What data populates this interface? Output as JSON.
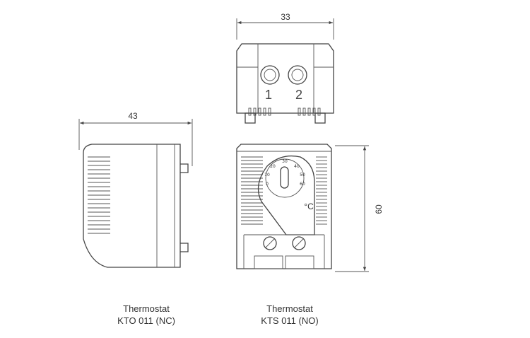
{
  "dimensions": {
    "width_side": "43",
    "width_top": "33",
    "height_front": "60"
  },
  "terminals": [
    "1",
    "2"
  ],
  "dial": {
    "scale_marks": [
      "0",
      "10",
      "20",
      "30",
      "40",
      "50",
      "60"
    ],
    "unit": "°C"
  },
  "captions": {
    "left": {
      "line1": "Thermostat",
      "line2": "KTO 011 (NC)"
    },
    "right": {
      "line1": "Thermostat",
      "line2": "KTS 011 (NO)"
    }
  },
  "colors": {
    "line": "#444444",
    "background": "#ffffff"
  }
}
